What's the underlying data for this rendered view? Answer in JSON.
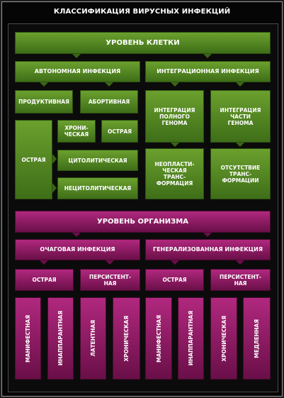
{
  "title": "КЛАССИФИКАЦИЯ ВИРУСНЫХ ИНФЕКЦИЙ",
  "colors": {
    "cell_level": "#5a8f27",
    "organism_level": "#9c1e6e",
    "background": "#0b0b0b"
  },
  "cell": {
    "header": "УРОВЕНЬ КЛЕТКИ",
    "autonomous": {
      "label": "АВТОНОМНАЯ ИНФЕКЦИЯ",
      "productive": "ПРОДУКТИВНАЯ",
      "abortive": "АБОРТИВНАЯ",
      "acute_left": "ОСТРАЯ",
      "chronic": "ХРОНИ-\nЧЕСКАЯ",
      "acute_small": "ОСТРАЯ",
      "cytolytic": "ЦИТОЛИТИЧЕСКАЯ",
      "noncytolytic": "НЕЦИТОЛИТИЧЕСКАЯ"
    },
    "integration": {
      "label": "ИНТЕГРАЦИОННАЯ ИНФЕКЦИЯ",
      "full_genome": "ИНТЕГРАЦИЯ\nПОЛНОГО\nГЕНОМА",
      "part_genome": "ИНТЕГРАЦИЯ\nЧАСТИ\nГЕНОМА",
      "neoplastic": "НЕОПЛАСТИ-\nЧЕСКАЯ\nТРАНС-\nФОРМАЦИЯ",
      "no_transform": "ОТСУТСТВИЕ\nТРАНС-\nФОРМАЦИИ"
    }
  },
  "organism": {
    "header": "УРОВЕНЬ ОРГАНИЗМА",
    "focal": {
      "label": "ОЧАГОВАЯ ИНФЕКЦИЯ",
      "acute": "ОСТРАЯ",
      "persistent": "ПЕРСИСТЕНТ-\nНАЯ",
      "leaves": [
        "МАНИФЕСТНАЯ",
        "ИНАППАРАНТНАЯ",
        "ЛАТЕНТНАЯ",
        "ХРОНИЧЕСКАЯ"
      ]
    },
    "generalized": {
      "label": "ГЕНЕРАЛИЗОВАННАЯ ИНФЕКЦИЯ",
      "acute": "ОСТРАЯ",
      "persistent": "ПЕРСИСТЕНТ-\nНАЯ",
      "leaves": [
        "МАНИФЕСТНАЯ",
        "ИНАППАРАНТНАЯ",
        "ХРОНИЧЕСКАЯ",
        "МЕДЛЕННАЯ"
      ]
    }
  }
}
